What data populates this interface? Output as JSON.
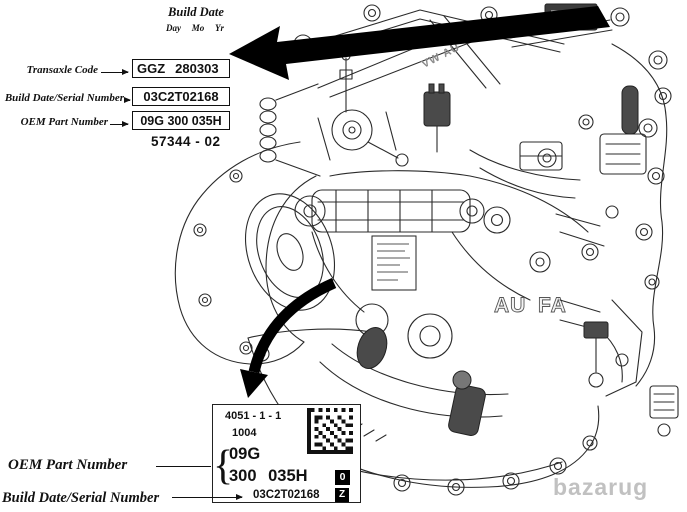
{
  "watermark": "bazarug",
  "top_panel": {
    "build_date_title": "Build Date",
    "units": {
      "day": "Day",
      "mo": "Mo",
      "yr": "Yr"
    },
    "transaxle_code_label": "Transaxle Code",
    "transaxle_code": "GGZ",
    "build_date": "280303",
    "serial_label": "Build Date/Serial Number",
    "serial_value": "03C2T02168",
    "oem_label": "OEM Part Number",
    "oem_value": "09G 300 035H",
    "figure_number": "57344 - 02"
  },
  "bottom_panel": {
    "line1": "4051 - 1 - 1",
    "line2": "1004",
    "brace": "{",
    "part_prefix": "09G",
    "part_suffix": "300 035H",
    "flag_top": "0",
    "flag_bottom": "Z",
    "oem_label": "OEM Part Number",
    "serial_label": "Build Date/Serial Number",
    "serial_value": "03C2T02168"
  },
  "casting": {
    "mark_left": "AU",
    "mark_right": "FA",
    "mark_top": "VW AU"
  }
}
